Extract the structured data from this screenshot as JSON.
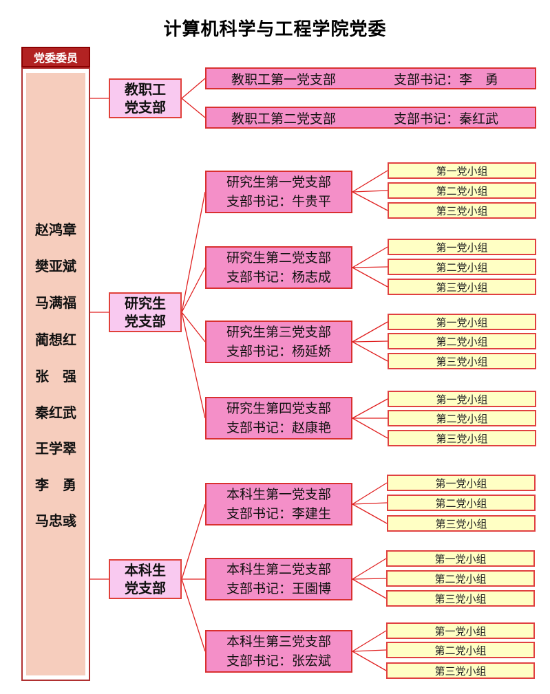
{
  "title": "计算机科学与工程学院党委",
  "committee": {
    "header": "党委委员",
    "members": [
      "赵鸿章",
      "樊亚斌",
      "马满福",
      "蔺想红",
      "张　强",
      "秦红武",
      "王学翠",
      "李　勇",
      "马忠彧"
    ]
  },
  "party_branches": [
    {
      "name_line1": "教职工",
      "name_line2": "党支部",
      "sub_branches": [
        {
          "name": "教职工第一党支部",
          "secretary": "支部书记：李　勇"
        },
        {
          "name": "教职工第二党支部",
          "secretary": "支部书记：秦红武"
        }
      ]
    },
    {
      "name_line1": "研究生",
      "name_line2": "党支部",
      "sub_branches": [
        {
          "name": "研究生第一党支部",
          "secretary": "支部书记：牛贵平",
          "groups": [
            "第一党小组",
            "第二党小组",
            "第三党小组"
          ]
        },
        {
          "name": "研究生第二党支部",
          "secretary": "支部书记：杨志成",
          "groups": [
            "第一党小组",
            "第二党小组",
            "第三党小组"
          ]
        },
        {
          "name": "研究生第三党支部",
          "secretary": "支部书记：杨延娇",
          "groups": [
            "第一党小组",
            "第二党小组",
            "第三党小组"
          ]
        },
        {
          "name": "研究生第四党支部",
          "secretary": "支部书记：赵康艳",
          "groups": [
            "第一党小组",
            "第二党小组",
            "第三党小组"
          ]
        }
      ]
    },
    {
      "name_line1": "本科生",
      "name_line2": "党支部",
      "sub_branches": [
        {
          "name": "本科生第一党支部",
          "secretary": "支部书记：李建生",
          "groups": [
            "第一党小组",
            "第二党小组",
            "第三党小组"
          ]
        },
        {
          "name": "本科生第二党支部",
          "secretary": "支部书记：王園博",
          "groups": [
            "第一党小组",
            "第二党小组",
            "第三党小组"
          ]
        },
        {
          "name": "本科生第三党支部",
          "secretary": "支部书记：张宏斌",
          "groups": [
            "第一党小组",
            "第二党小组",
            "第三党小组"
          ]
        }
      ]
    }
  ],
  "colors": {
    "line": "#e02020",
    "header": "#b22222",
    "committee_fill": "#f6cdbd",
    "party_fill": "#f9c9f0",
    "branch_fill": "#f48fc8",
    "group_fill": "#ffffc4"
  }
}
